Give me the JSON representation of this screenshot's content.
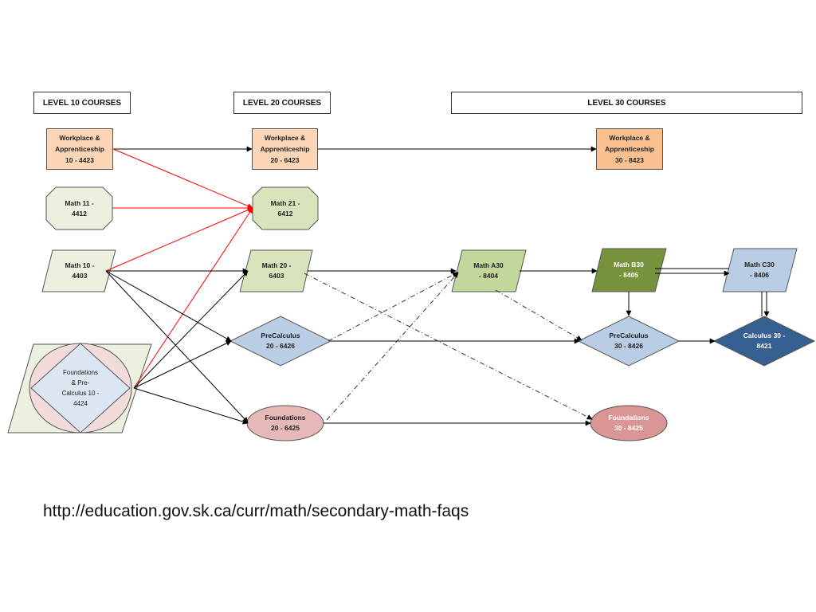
{
  "headers": {
    "level10": "LEVEL 10 COURSES",
    "level20": "LEVEL 20 COURSES",
    "level30": "LEVEL 30 COURSES"
  },
  "nodes": {
    "wa10": "Workplace &\nApprenticeship\n10 - 4423",
    "wa20": "Workplace &\nApprenticeship\n20 - 6423",
    "wa30": "Workplace &\nApprenticeship\n30 - 8423",
    "math11": "Math 11 -\n4412",
    "math21": "Math 21 -\n6412",
    "math10": "Math 10 -\n4403",
    "math20": "Math 20 -\n6403",
    "mathA30": "Math A30\n- 8404",
    "mathB30": "Math B30\n- 8405",
    "mathC30": "Math C30\n- 8406",
    "fpc10": "Foundations\n& Pre-\nCalculus 10 -\n4424",
    "pc20": "PreCalculus\n20 - 6426",
    "pc30": "PreCalculus\n30 - 8426",
    "calc30": "Calculus 30 -\n8421",
    "f20": "Foundations\n20 - 6425",
    "f30": "Foundations\n30 - 8425"
  },
  "colors": {
    "workplace": "#fbd5b5",
    "workplace30": "#fac090",
    "lightGreen": "#ebf1de",
    "midGreen": "#d7e4bc",
    "green": "#c3d69b",
    "darkGreen": "#76923c",
    "blue": "#b9cde5",
    "darkBlue": "#366092",
    "pink": "#e6b9b8",
    "redArrow": "#ff0000"
  },
  "source_url": "http://education.gov.sk.ca/curr/math/secondary-math-faqs"
}
